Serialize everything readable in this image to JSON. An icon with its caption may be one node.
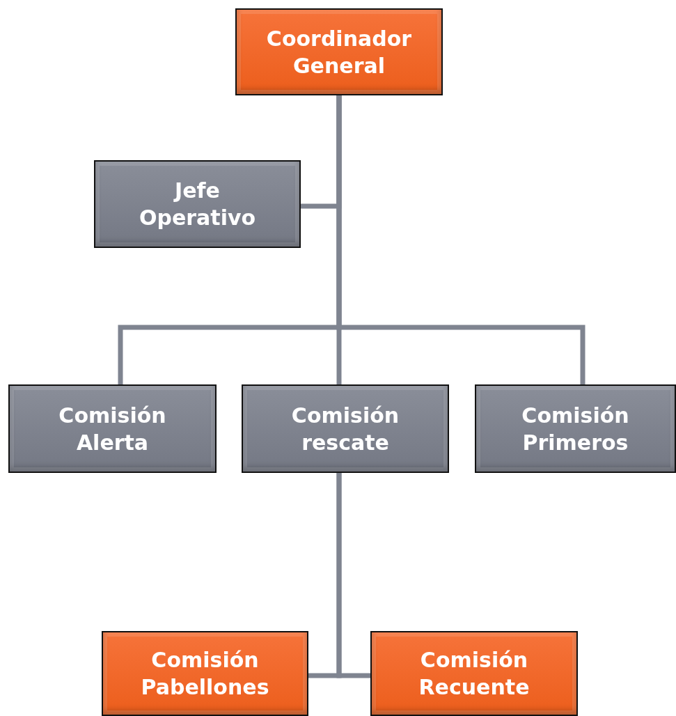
{
  "diagram": {
    "nodes": [
      {
        "text": [
          "Coordinador General"
        ]
      },
      {
        "text": [
          "Jefe Operativo"
        ]
      },
      {
        "text": [
          "Comisión Alerta"
        ]
      },
      {
        "text": [
          "Comisión rescate"
        ]
      },
      {
        "text": [
          "Comisión Primeros"
        ]
      },
      {
        "text": [
          "Comisión Pabellones"
        ]
      },
      {
        "text": [
          "Comisión Recuente"
        ]
      }
    ],
    "edges": [
      {
        "from": 0,
        "to": 1,
        "arrow": "none"
      },
      {
        "from": 0,
        "to": 2,
        "arrow": "none"
      },
      {
        "from": 0,
        "to": 3,
        "arrow": "none"
      },
      {
        "from": 0,
        "to": 4,
        "arrow": "none"
      },
      {
        "from": 3,
        "to": 5,
        "arrow": "none"
      },
      {
        "from": 3,
        "to": 6,
        "arrow": "none"
      }
    ]
  }
}
